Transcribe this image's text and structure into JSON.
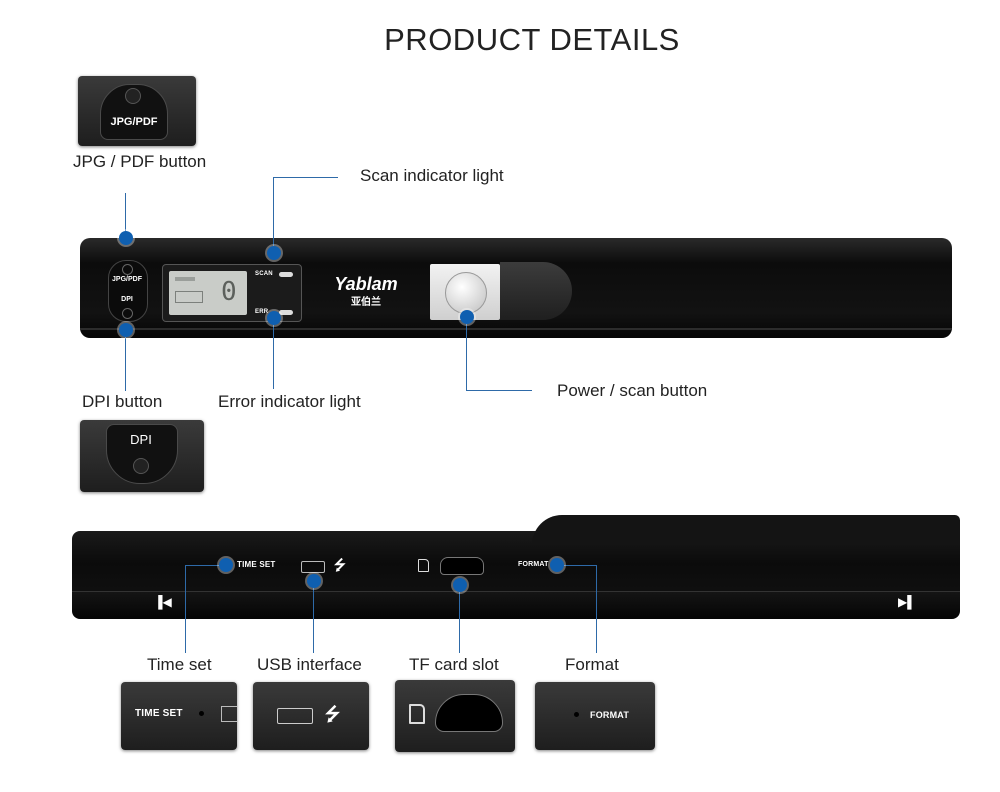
{
  "title": "PRODUCT DETAILS",
  "brand": {
    "name": "Yablam",
    "sub": "亚伯兰"
  },
  "top_device": {
    "jpg_pdf_key": "JPG/PDF",
    "dpi_key": "DPI",
    "scan_print": "SCAN",
    "error_print": "ERR",
    "lcd_digit": "0"
  },
  "bottom_device": {
    "time_set_print": "TIME SET",
    "format_print": "FORMAT",
    "usb_symbol": "⭍"
  },
  "callouts": {
    "jpg_pdf": "JPG / PDF button",
    "scan_light": "Scan indicator light",
    "dpi": "DPI button",
    "error_light": "Error indicator light",
    "power_scan": "Power / scan button",
    "time_set": "Time set",
    "usb": "USB interface",
    "tf_slot": "TF card slot",
    "format": "Format"
  },
  "thumbs": {
    "jpg_pdf": "JPG/PDF",
    "dpi": "DPI",
    "time_set": "TIME SET",
    "format": "FORMAT"
  },
  "colors": {
    "accent": "#0f5fb0",
    "line": "#2e6aa8",
    "device": "#111111"
  }
}
